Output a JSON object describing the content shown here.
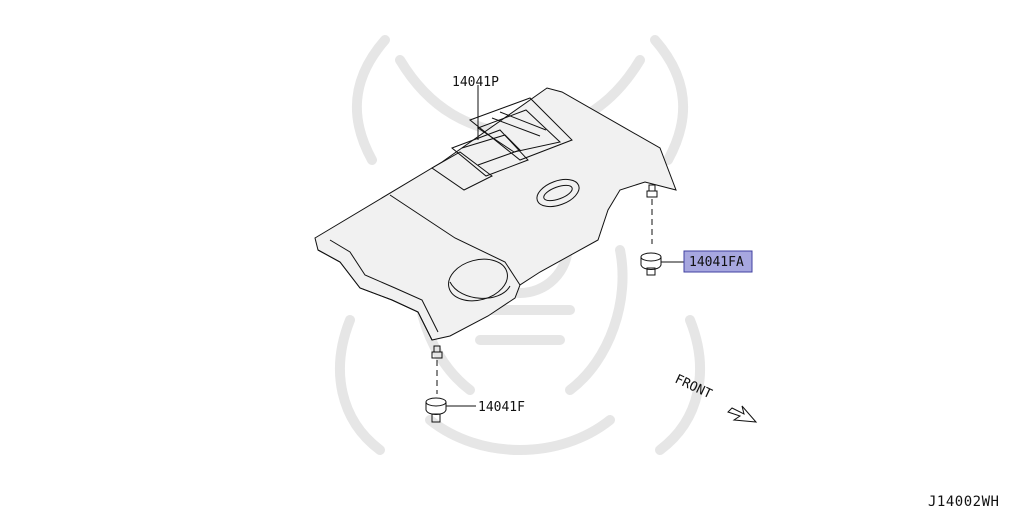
{
  "diagram_code": "J14002WH",
  "callouts": {
    "cover": "14041P",
    "front_grommet": "14041F",
    "rear_grommet": "14041FA"
  },
  "front_label": "FRONT",
  "colors": {
    "highlight_fill": "#a7a7df",
    "highlight_border": "#4040a0",
    "line": "#111111",
    "watermark": "#e6e6e6"
  },
  "highlighted_part": "14041FA"
}
